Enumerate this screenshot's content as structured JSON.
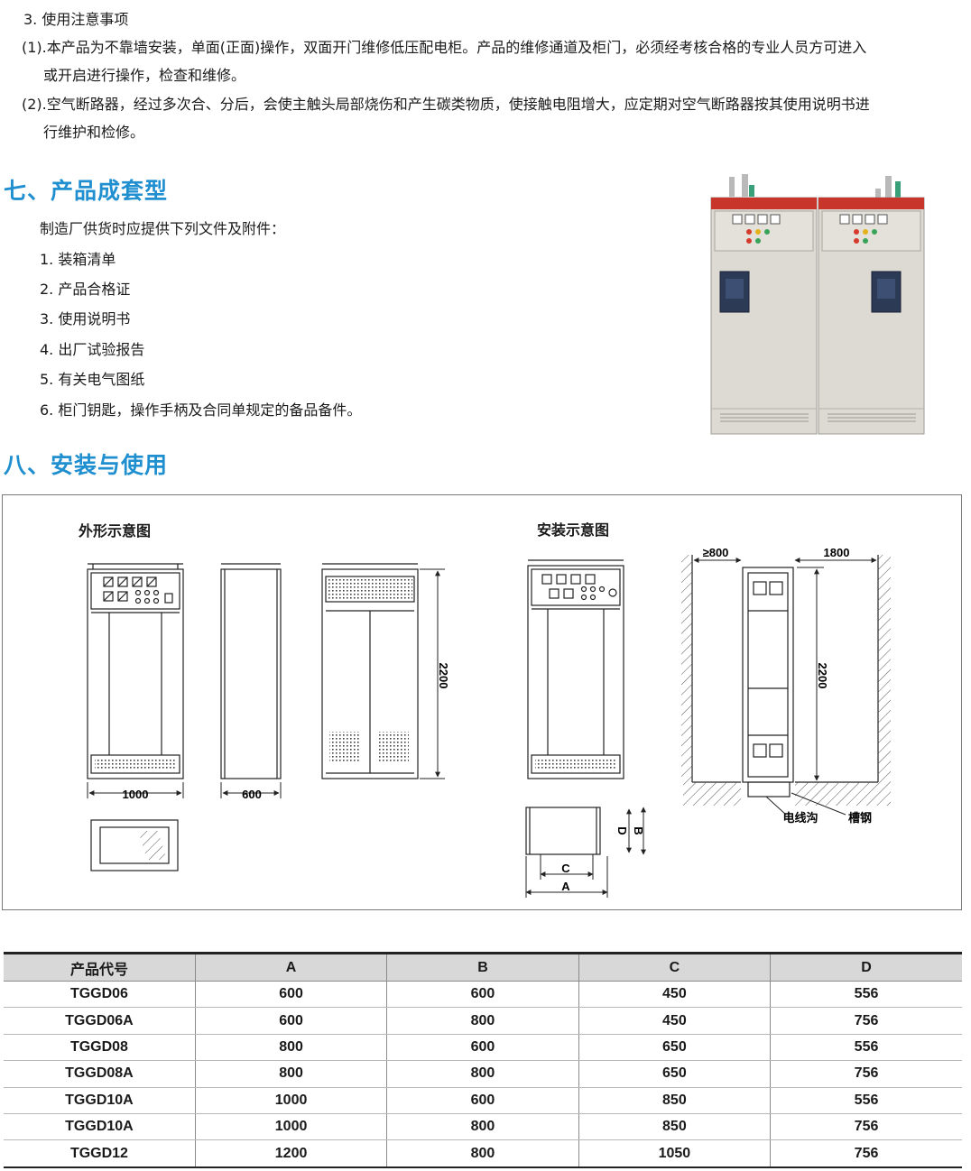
{
  "notes": {
    "title": "3. 使用注意事项",
    "item1_line1": "(1).本产品为不靠墙安装，单面(正面)操作，双面开门维修低压配电柜。产品的维修通道及柜门，必须经考核合格的专业人员方可进入",
    "item1_line2": "或开启进行操作，检查和维修。",
    "item2_line1": "(2).空气断路器，经过多次合、分后，会使主触头局部烧伤和产生碳类物质，使接触电阻增大，应定期对空气断路器按其使用说明书进",
    "item2_line2": "行维护和检修。"
  },
  "section7": {
    "heading": "七、产品成套型",
    "intro": "制造厂供货时应提供下列文件及附件：",
    "items": [
      "1. 装箱清单",
      "2. 产品合格证",
      "3. 使用说明书",
      "4. 出厂试验报告",
      "5. 有关电气图纸",
      "6. 柜门钥匙，操作手柄及合同单规定的备品备件。"
    ]
  },
  "section8": {
    "heading": "八、安装与使用",
    "diagram": {
      "outline_caption": "外形示意图",
      "install_caption": "安装示意图",
      "dim_width": "1000",
      "dim_depth": "600",
      "dim_height": "2200",
      "dim_height2": "2200",
      "dim_front_clear": "≥800",
      "dim_rear_clear": "1800",
      "label_a": "A",
      "label_b": "B",
      "label_c": "C",
      "label_d": "D",
      "label_cable_trench": "电线沟",
      "label_channel_steel": "槽钢"
    }
  },
  "colors": {
    "heading": "#1f8fd0",
    "table_header": "#d8d8d8",
    "panel_red": "#c8352b",
    "panel_body": "#dcdad2"
  },
  "table": {
    "headers": [
      "产品代号",
      "A",
      "B",
      "C",
      "D"
    ],
    "rows": [
      [
        "TGGD06",
        "600",
        "600",
        "450",
        "556"
      ],
      [
        "TGGD06A",
        "600",
        "800",
        "450",
        "756"
      ],
      [
        "TGGD08",
        "800",
        "600",
        "650",
        "556"
      ],
      [
        "TGGD08A",
        "800",
        "800",
        "650",
        "756"
      ],
      [
        "TGGD10A",
        "1000",
        "600",
        "850",
        "556"
      ],
      [
        "TGGD10A",
        "1000",
        "800",
        "850",
        "756"
      ],
      [
        "TGGD12",
        "1200",
        "800",
        "1050",
        "756"
      ]
    ]
  }
}
